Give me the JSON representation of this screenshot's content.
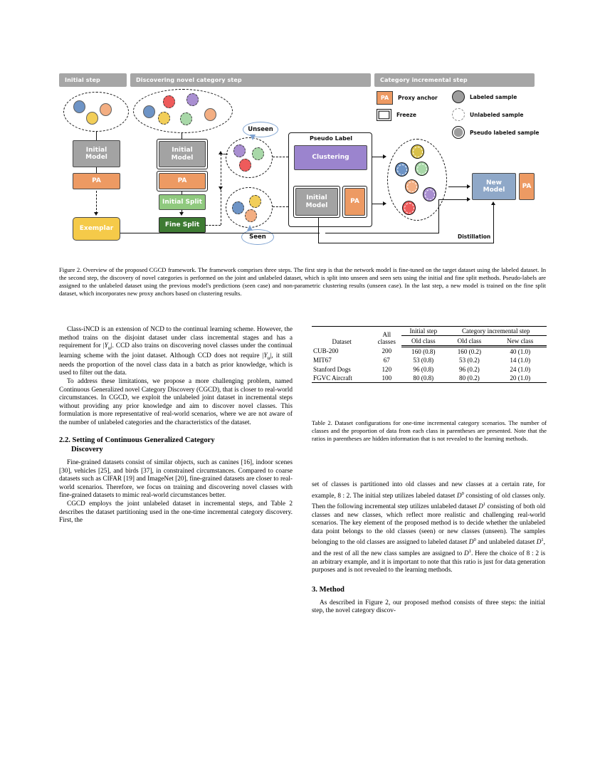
{
  "figure": {
    "step_bars": [
      {
        "id": "initial",
        "label": "Initial step"
      },
      {
        "id": "discover",
        "label": "Discovering novel category step"
      },
      {
        "id": "incremental",
        "label": "Category incremental step"
      }
    ],
    "legend": [
      {
        "icon": "pa-chip",
        "chip_text": "PA",
        "label": "Proxy anchor"
      },
      {
        "icon": "freeze-chip",
        "chip_text": "",
        "label": "Freeze"
      },
      {
        "icon": "labeled-sample-dot",
        "chip_text": "",
        "label": "Labeled sample"
      },
      {
        "icon": "unlabeled-sample-dot",
        "chip_text": "",
        "label": "Unlabeled sample"
      },
      {
        "icon": "pseudo-labeled-sample-dot",
        "chip_text": "",
        "label": "Pseudo labeled sample"
      }
    ],
    "nodes": {
      "initial_model_1": "Initial\nModel",
      "initial_model_1_line1": "Initial",
      "initial_model_1_line2": "Model",
      "pa_1": "PA",
      "exemplar": "Exemplar",
      "initial_model_2_line1": "Initial",
      "initial_model_2_line2": "Model",
      "pa_2": "PA",
      "initial_split": "Initial Split",
      "fine_split": "Fine Split",
      "pseudo_label_title": "Pseudo Label",
      "clustering": "Clustering",
      "initial_model_3_line1": "Initial",
      "initial_model_3_line2": "Model",
      "pa_3": "PA",
      "new_model_line1": "New",
      "new_model_line2": "Model",
      "pa_4": "PA"
    },
    "bubbles": {
      "unseen": "Unseen",
      "seen": "Seen"
    },
    "annotations": {
      "distillation": "Distillation"
    },
    "colors": {
      "step_bar": "#a6a6a6",
      "proxy_anchor": "#ED9A63",
      "model_gray": "#a3a3a3",
      "initial_split": "#8FC97E",
      "fine_split": "#3E7B33",
      "exemplar": "#F5CA49",
      "clustering": "#9B84CE",
      "new_model": "#8FA8C8",
      "sample_blue": "#6E94C6",
      "sample_orange": "#F3AE82",
      "sample_yellow": "#F2CE59",
      "sample_red": "#EE5B5B",
      "sample_purple": "#A98FD1",
      "sample_green": "#A8D8A8",
      "sample_olive": "#D9C14A"
    },
    "caption": "Figure 2. Overview of the proposed CGCD framework. The framework comprises three steps. The first step is that the network model is fine-tuned on the target dataset using the labeled dataset. In the second step, the discovery of novel categories is performed on the joint and unlabeled dataset, which is split into unseen and seen sets using the initial and fine split methods. Pseudo-labels are assigned to the unlabeled dataset using the previous model's predictions (seen case) and non-parametric clustering results (unseen case). In the last step, a new model is trained on the fine split dataset, which incorporates new proxy anchors based on clustering results."
  },
  "left_column": {
    "para_1_part1": "Class-iNCD is an extension of NCD to the continual learning scheme. However, the method trains on the disjoint dataset under class incremental stages and has a requirement for |",
    "para_1_yu": "Y",
    "para_1_yu_sub": "u",
    "para_1_part2": "|. CCD also trains on discovering novel classes under the continual learning scheme with the joint dataset. Although CCD does not require |",
    "para_1_part3": "|, it still needs the proportion of the novel class data in a batch as prior knowledge, which is used to filter out the data.",
    "para_2": "To address these limitations, we propose a more challenging problem, named Continuous Generalized novel Category Discovery (CGCD), that is closer to real-world circumstances. In CGCD, we exploit the unlabeled joint dataset in incremental steps without providing any prior knowledge and aim to discover novel classes. This formulation is more representative of real-world scenarios, where we are not aware of the number of unlabeled categories and the characteristics of the dataset.",
    "section_number": "2.2.",
    "section_title_line1": "Setting of Continuous Generalized Category",
    "section_title_line2": "Discovery",
    "para_3": "Fine-grained datasets consist of similar objects, such as canines [16], indoor scenes [30], vehicles [25], and birds [37], in constrained circumstances. Compared to coarse datasets such as CIFAR [19] and ImageNet [20], fine-grained datasets are closer to real-world scenarios. Therefore, we focus on training and discovering novel classes with fine-grained datasets to mimic real-world circumstances better.",
    "para_4": "CGCD employs the joint unlabeled dataset in incremental steps, and Table 2 describes the dataset partitioning used in the one-time incremental category discovery. First, the"
  },
  "table": {
    "headers": {
      "dataset": "Dataset",
      "all_classes_line1": "All",
      "all_classes_line2": "classes",
      "initial_step": "Initial step",
      "category_incremental_step": "Category incremental step",
      "old_class_initial": "Old class",
      "old_class_incremental": "Old class",
      "new_class_incremental": "New class"
    },
    "rows": [
      {
        "dataset": "CUB-200",
        "all_classes": "200",
        "initial_old": "160 (0.8)",
        "incr_old": "160 (0.2)",
        "incr_new": "40 (1.0)"
      },
      {
        "dataset": "MIT67",
        "all_classes": "67",
        "initial_old": "53 (0.8)",
        "incr_old": "53 (0.2)",
        "incr_new": "14 (1.0)"
      },
      {
        "dataset": "Stanford Dogs",
        "all_classes": "120",
        "initial_old": "96 (0.8)",
        "incr_old": "96 (0.2)",
        "incr_new": "24 (1.0)"
      },
      {
        "dataset": "FGVC Aircraft",
        "all_classes": "100",
        "initial_old": "80 (0.8)",
        "incr_old": "80 (0.2)",
        "incr_new": "20 (1.0)"
      }
    ],
    "caption": "Table 2. Dataset configurations for one-time incremental category scenarios. The number of classes and the proportion of data from each class in parentheses are presented. Note that the ratios in parentheses are hidden information that is not revealed to the learning methods."
  },
  "right_column": {
    "para_1_a": "set of classes is partitioned into old classes and new classes at a certain rate, for example, 8 : 2. The initial step utilizes labeled dataset ",
    "para_1_d0": "D",
    "para_1_b": " consisting of old classes only. Then the following incremental step utilizes unlabeled dataset ",
    "para_1_d1": "D",
    "para_1_c": " consisting of both old classes and new classes, which reflect more realistic and challenging real-world scenarios. The key element of the proposed method is to decide whether the unlabeled data point belongs to the old classes (seen) or new classes (unseen). The samples belonging to the old classes are assigned to labeled dataset ",
    "para_1_e": " and unlabeled dataset ",
    "para_1_f": ", and the rest of all the new class samples are assigned to ",
    "para_1_g": ". Here the choice of 8 : 2 is an arbitrary example, and it is important to note that this ratio is just for data generation purposes and is not revealed to the learning methods.",
    "section_heading": "3. Method",
    "para_2": "As described in Figure 2, our proposed method consists of three steps: the initial step, the novel category discov-"
  }
}
